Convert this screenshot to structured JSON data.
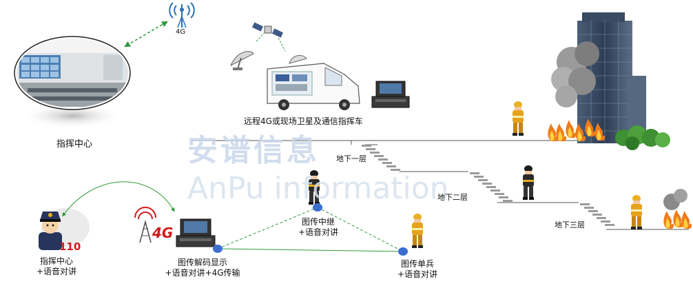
{
  "labels": {
    "tower_4g": "4G",
    "command_center_top": "指挥中心",
    "satellite_vehicle": "远程4G或现场卫星及通信指挥车",
    "floor_b1": "地下一层",
    "floor_b2": "地下二层",
    "floor_b3": "地下三层",
    "relay_line1": "图传中继",
    "relay_line2": "+语音对讲",
    "decoder_line1": "图传解码显示",
    "decoder_line2": "+语音对讲+4G传输",
    "soldier_line1": "图传单兵",
    "soldier_line2": "+语音对讲",
    "command_bottom_line1": "指挥中心",
    "command_bottom_line2": "+语音对讲",
    "badge_110": "110",
    "badge_4g": "4G"
  },
  "watermark": {
    "cn": "安谱信息",
    "en": "AnPu information"
  },
  "colors": {
    "link_dash": "#2e9a3a",
    "node_blue": "#3a6fd0",
    "fire": "#f07b1a",
    "smoke": "#8a8a8a",
    "building": "#3b4e66",
    "badge_red": "#d11a1a"
  },
  "icons": [
    "signal-tower-icon",
    "satellite-icon",
    "command-vehicle-icon",
    "briefcase-terminal-icon",
    "firefighter-icon",
    "police-officer-icon"
  ]
}
